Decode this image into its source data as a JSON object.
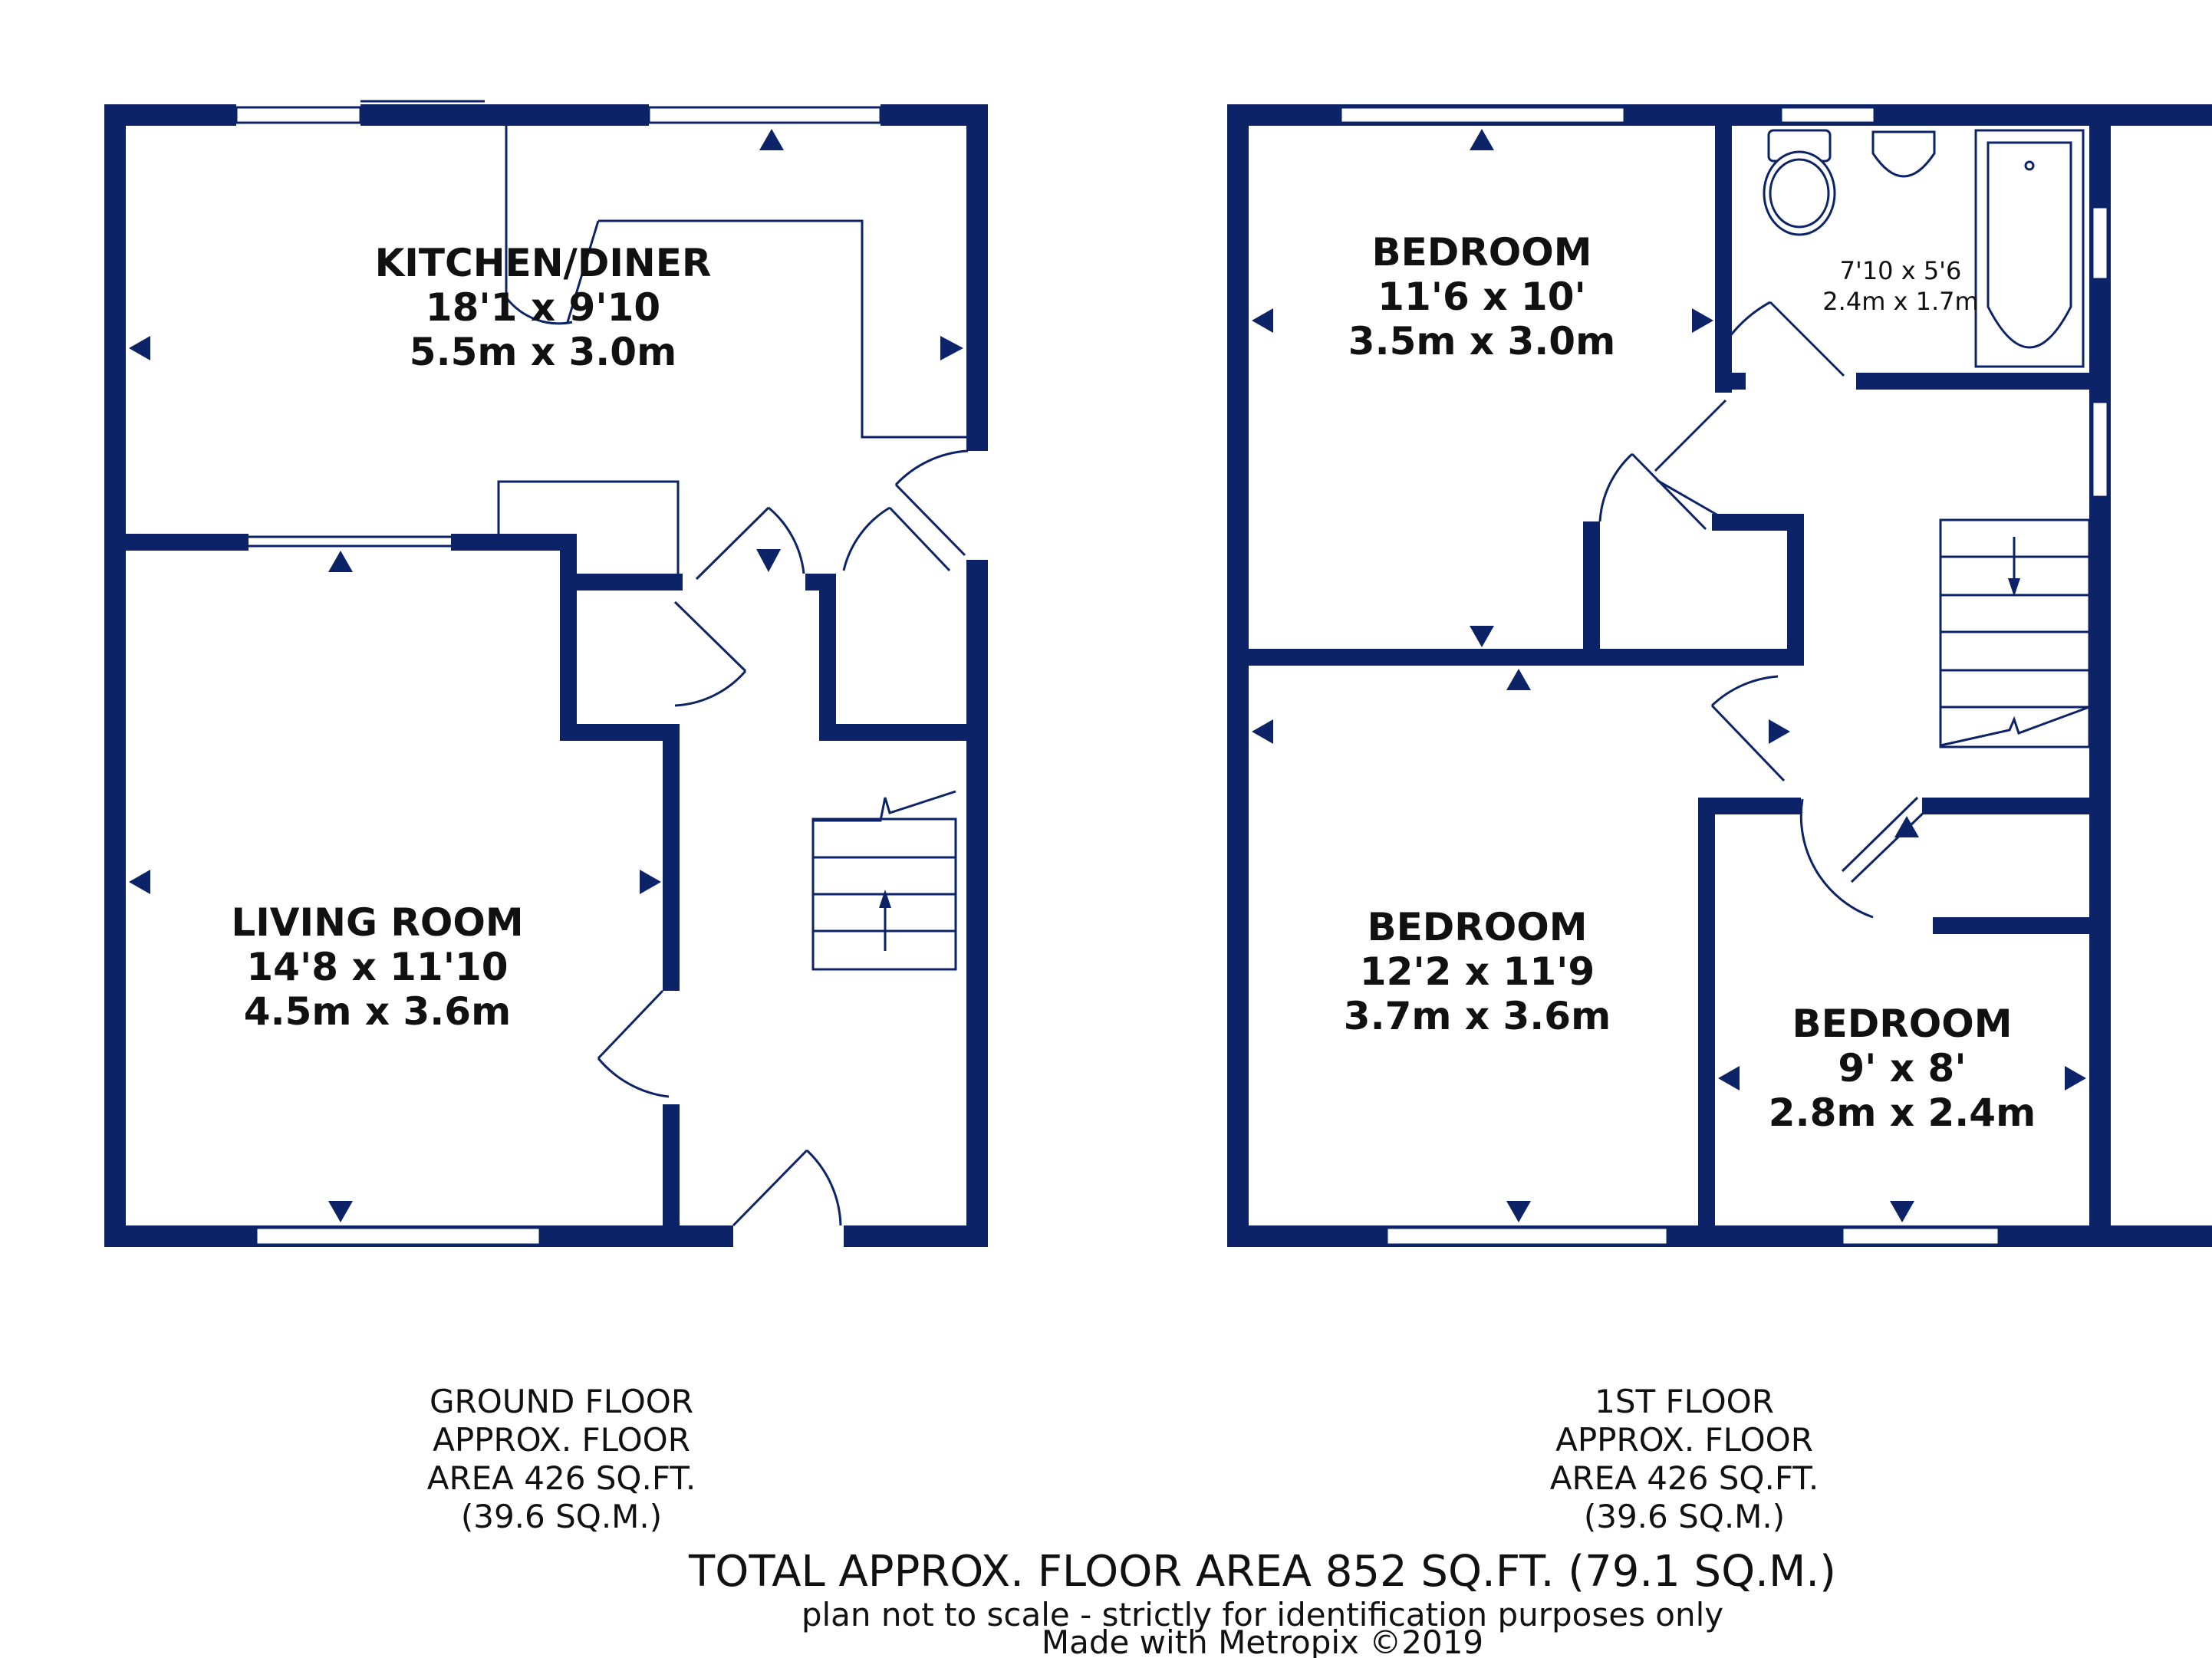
{
  "ground_floor": {
    "rooms": [
      {
        "name": "KITCHEN/DINER",
        "imperial": "18'1 x 9'10",
        "metric": "5.5m x 3.0m"
      },
      {
        "name": "LIVING ROOM",
        "imperial": "14'8 x 11'10",
        "metric": "4.5m x 3.6m"
      }
    ],
    "caption": [
      "GROUND FLOOR",
      "APPROX. FLOOR",
      "AREA 426 SQ.FT.",
      "(39.6 SQ.M.)"
    ]
  },
  "first_floor": {
    "rooms": [
      {
        "name": "BEDROOM",
        "imperial": "11'6 x 10'",
        "metric": "3.5m x 3.0m"
      },
      {
        "name": "BEDROOM",
        "imperial": "12'2 x 11'9",
        "metric": "3.7m x 3.6m"
      },
      {
        "name": "BEDROOM",
        "imperial": "9' x 8'",
        "metric": "2.8m x 2.4m"
      }
    ],
    "bathroom": {
      "imperial": "7'10 x 5'6",
      "metric": "2.4m x 1.7m"
    },
    "caption": [
      "1ST FLOOR",
      "APPROX. FLOOR",
      "AREA 426 SQ.FT.",
      "(39.6 SQ.M.)"
    ]
  },
  "footer": {
    "total": "TOTAL APPROX. FLOOR AREA 852 SQ.FT. (79.1 SQ.M.)",
    "disclaimer": "plan not to scale - strictly for identification purposes only",
    "credit": "Made with Metropix ©2019"
  }
}
